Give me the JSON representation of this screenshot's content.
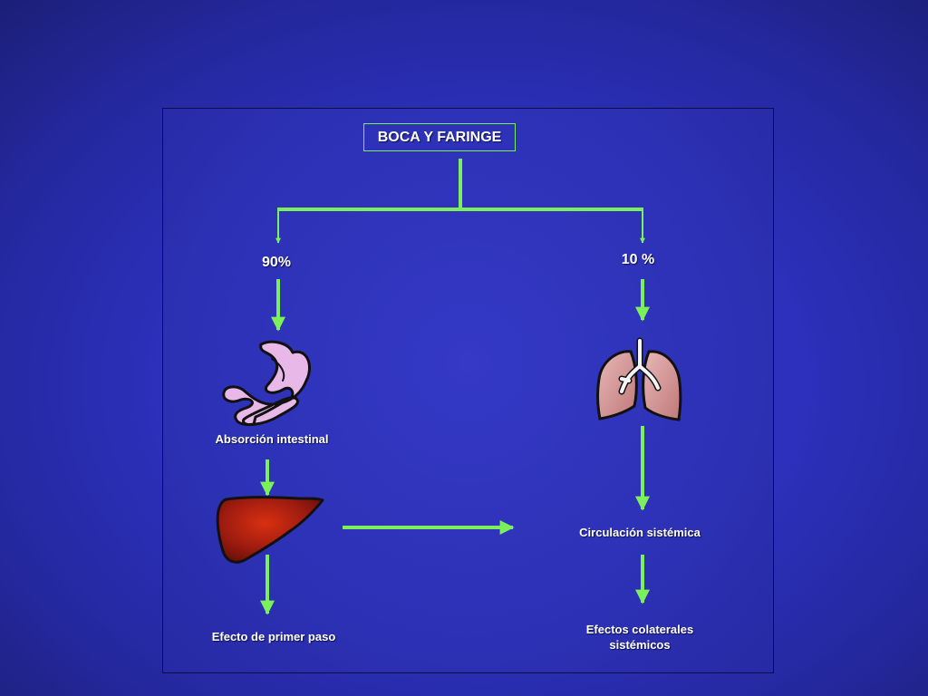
{
  "diagram": {
    "top_node": "BOCA Y FARINGE",
    "left_branch": {
      "percent": "90%",
      "absorption_label": "Absorción intestinal",
      "first_pass_label": "Efecto de primer paso"
    },
    "right_branch": {
      "percent": "10 %",
      "circulation_label": "Circulación sistémica",
      "effects_label_line1": "Efectos colaterales",
      "effects_label_line2": "sistémicos"
    },
    "colors": {
      "arrow": "#7cf05a",
      "background": "#2c30bc",
      "stomach": "#e8b8e8",
      "liver": "#b02010",
      "lung": "#d8a0a0"
    },
    "icons": [
      "stomach-icon",
      "lungs-icon",
      "liver-icon"
    ]
  }
}
